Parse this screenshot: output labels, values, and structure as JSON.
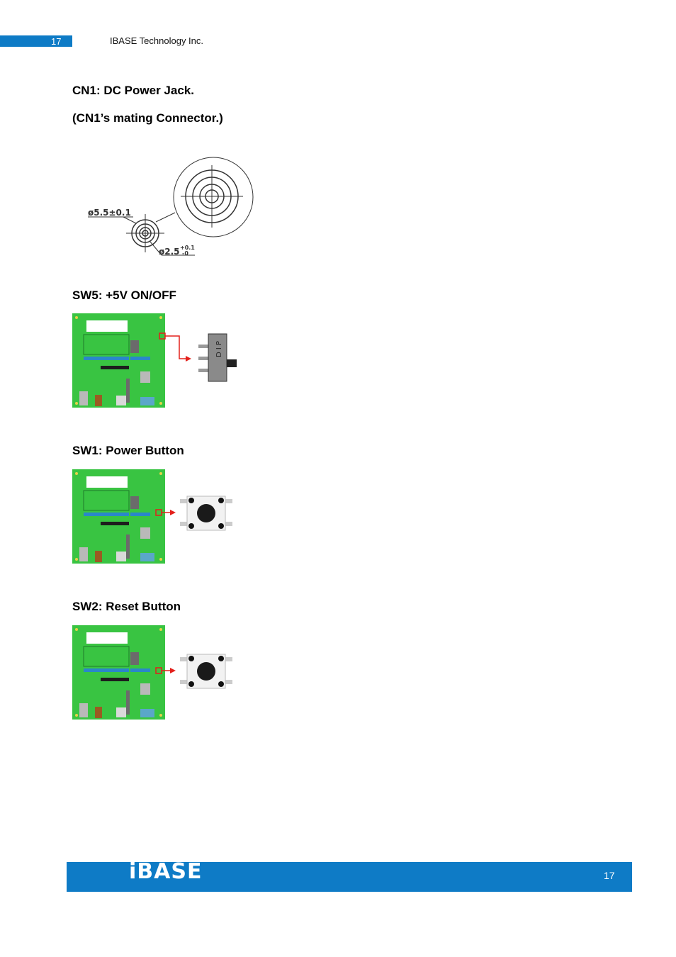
{
  "header": {
    "page_number": "17",
    "company": "IBASE Technology Inc."
  },
  "sections": {
    "cn1_title": "CN1: DC Power Jack.",
    "cn1_sub": "(CN1’s mating Connector.)",
    "cn1_dim_outer": "ø5.5±0.1",
    "cn1_dim_inner": "ø2.5",
    "cn1_tol_upper": "+0.1",
    "cn1_tol_lower": "-0",
    "dip_label": "D I P",
    "sw5_title": "SW5: +5V ON/OFF",
    "sw1_title": "SW1: Power Button",
    "sw2_title": "SW2: Reset Button"
  },
  "footer": {
    "logo": "iBASE",
    "page_number": "17"
  },
  "colors": {
    "brand_blue": "#0e7bc6",
    "board_green": "#39c442",
    "arrow_red": "#e3201b"
  }
}
